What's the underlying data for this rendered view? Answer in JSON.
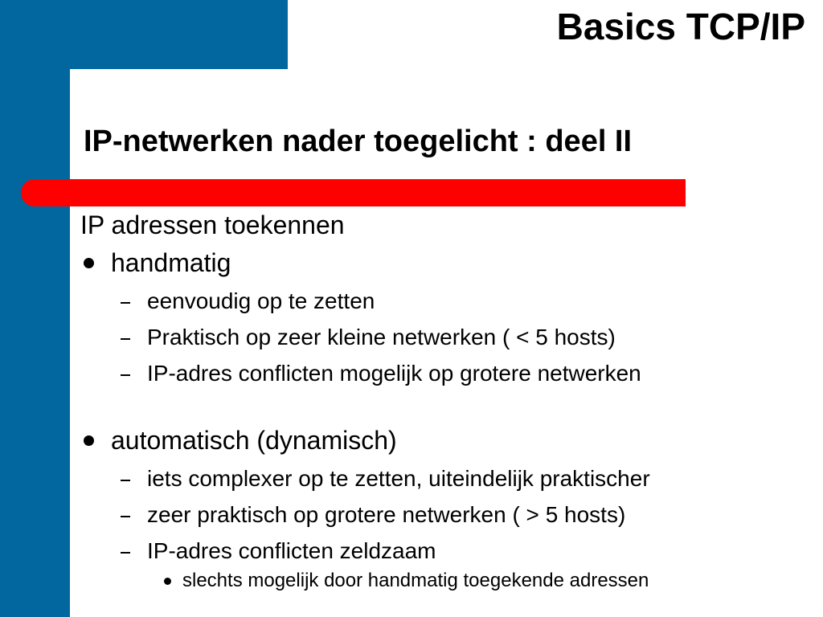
{
  "slide": {
    "title": "Basics TCP/IP",
    "subtitle": "IP-netwerken nader toegelicht : deel II",
    "colors": {
      "band": "#01679e",
      "accent_bar": "#ff0000",
      "text": "#000000",
      "background": "#ffffff"
    },
    "content": {
      "heading": "IP adressen toekennen",
      "sections": [
        {
          "label": "handmatig",
          "items": [
            {
              "text": "eenvoudig op te zetten"
            },
            {
              "text": "Praktisch op zeer kleine netwerken ( < 5 hosts)"
            },
            {
              "text": "IP-adres conflicten mogelijk op grotere netwerken"
            }
          ]
        },
        {
          "label": "automatisch (dynamisch)",
          "items": [
            {
              "text": "iets complexer op te zetten, uiteindelijk praktischer"
            },
            {
              "text": "zeer praktisch op grotere netwerken ( > 5 hosts)"
            },
            {
              "text": "IP-adres conflicten zeldzaam",
              "subitems": [
                "slechts mogelijk door handmatig toegekende adressen"
              ]
            }
          ]
        }
      ]
    }
  }
}
